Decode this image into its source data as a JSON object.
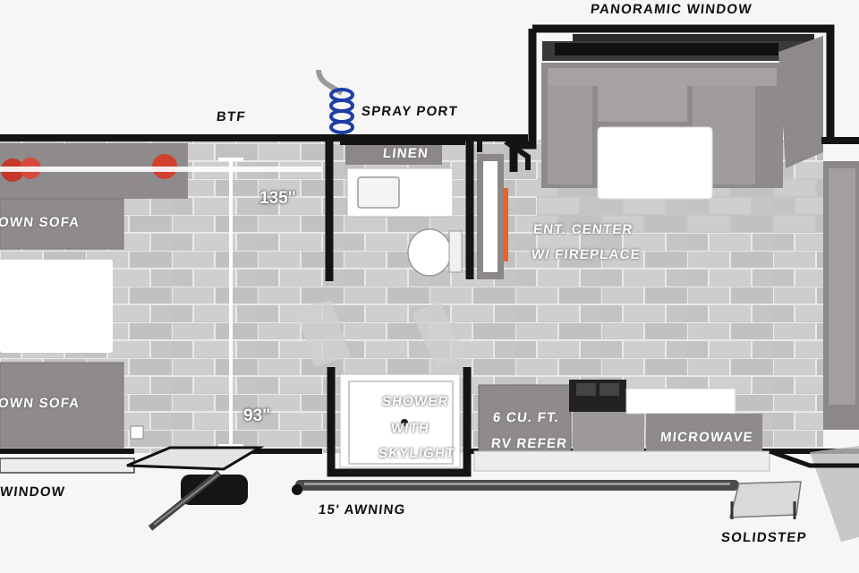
{
  "labels": {
    "panoramic_window": "PANORAMIC WINDOW",
    "btf": "BTF",
    "spray_port": "SPRAY PORT",
    "linen": "LINEN",
    "sofa_top": "OWN SOFA",
    "sofa_bottom": "OWN SOFA",
    "dimension_length": "135\"",
    "dimension_width": "93\"",
    "ent_center_line1": "ENT. CENTER",
    "ent_center_line2": "W/ FIREPLACE",
    "shower_line1": "SHOWER",
    "shower_line2": "WITH",
    "shower_line3": "SKYLIGHT",
    "refer_line1": "6 CU. FT.",
    "refer_line2": "RV REFER",
    "microwave": "MICROWAVE",
    "window_bottom": "WINDOW",
    "awning": "15' AWNING",
    "solidstep": "SOLIDSTEP"
  },
  "colors": {
    "wall": "#141414",
    "floor": "#c9c9c9",
    "tile_line": "#eeeeee",
    "cabinet": "#9a9596",
    "sofa": "#8f8a8b",
    "counter_white": "#ffffff",
    "hose_blue": "#1f3fa6",
    "fireplace": "#e8622a"
  }
}
